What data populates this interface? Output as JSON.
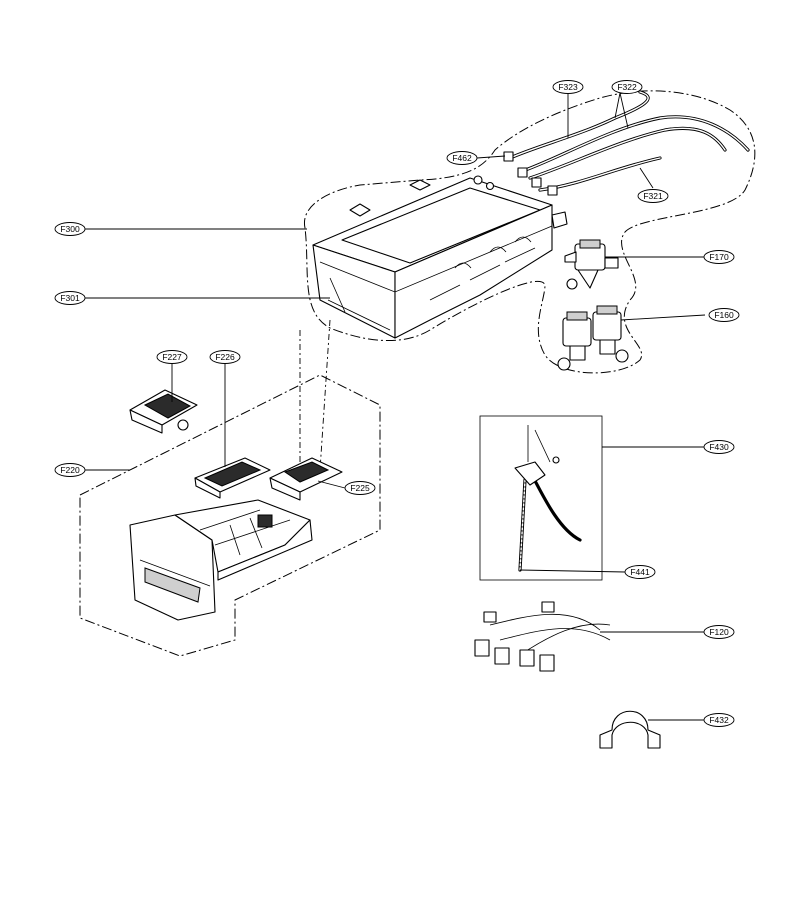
{
  "labels": {
    "F323": "F323",
    "F322": "F322",
    "F462": "F462",
    "F321": "F321",
    "F300": "F300",
    "F301": "F301",
    "F170": "F170",
    "F160": "F160",
    "F227": "F227",
    "F226": "F226",
    "F220": "F220",
    "F225": "F225",
    "F430": "F430",
    "F441": "F441",
    "F120": "F120",
    "F432": "F432"
  }
}
